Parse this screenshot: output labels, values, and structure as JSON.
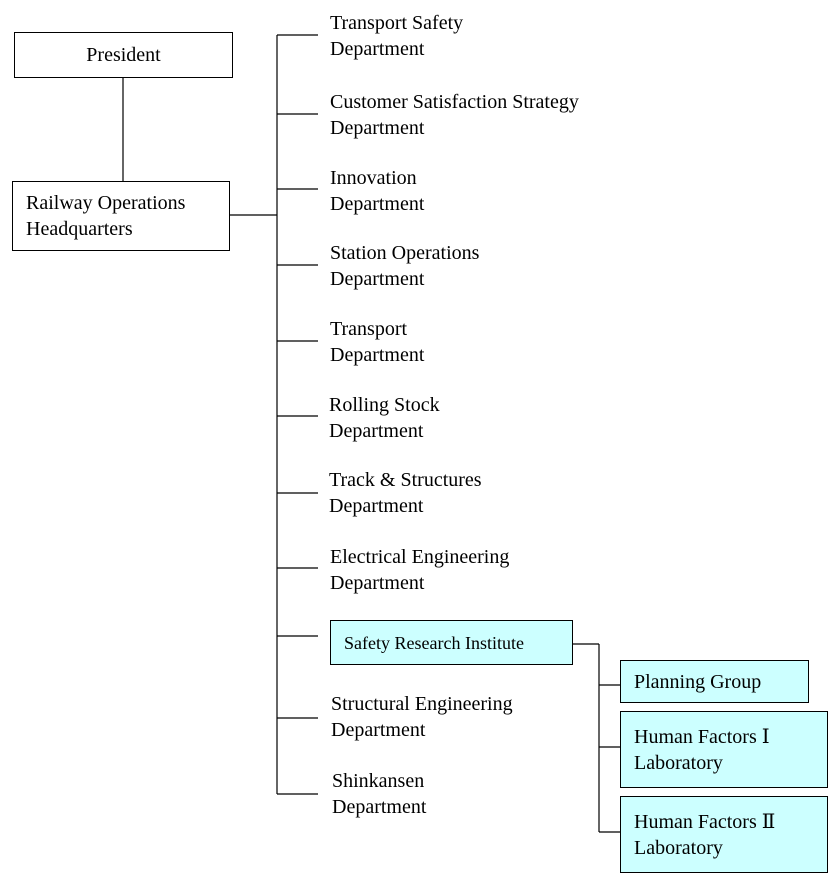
{
  "president": "President",
  "headquarters": "Railway Operations\nHeadquarters",
  "departments": [
    "Transport Safety\nDepartment",
    "Customer Satisfaction Strategy\nDepartment",
    "Innovation\nDepartment",
    "Station Operations\nDepartment",
    "Transport\nDepartment",
    "Rolling Stock\nDepartment",
    "Track & Structures\nDepartment",
    "Electrical Engineering\nDepartment"
  ],
  "institute": "Safety Research Institute",
  "departments_after": [
    "Structural Engineering\nDepartment",
    "Shinkansen\nDepartment"
  ],
  "institute_units": [
    "Planning Group",
    "Human Factors Ⅰ\nLaboratory",
    "Human Factors Ⅱ\nLaboratory"
  ],
  "highlight_color": "#ccffff"
}
